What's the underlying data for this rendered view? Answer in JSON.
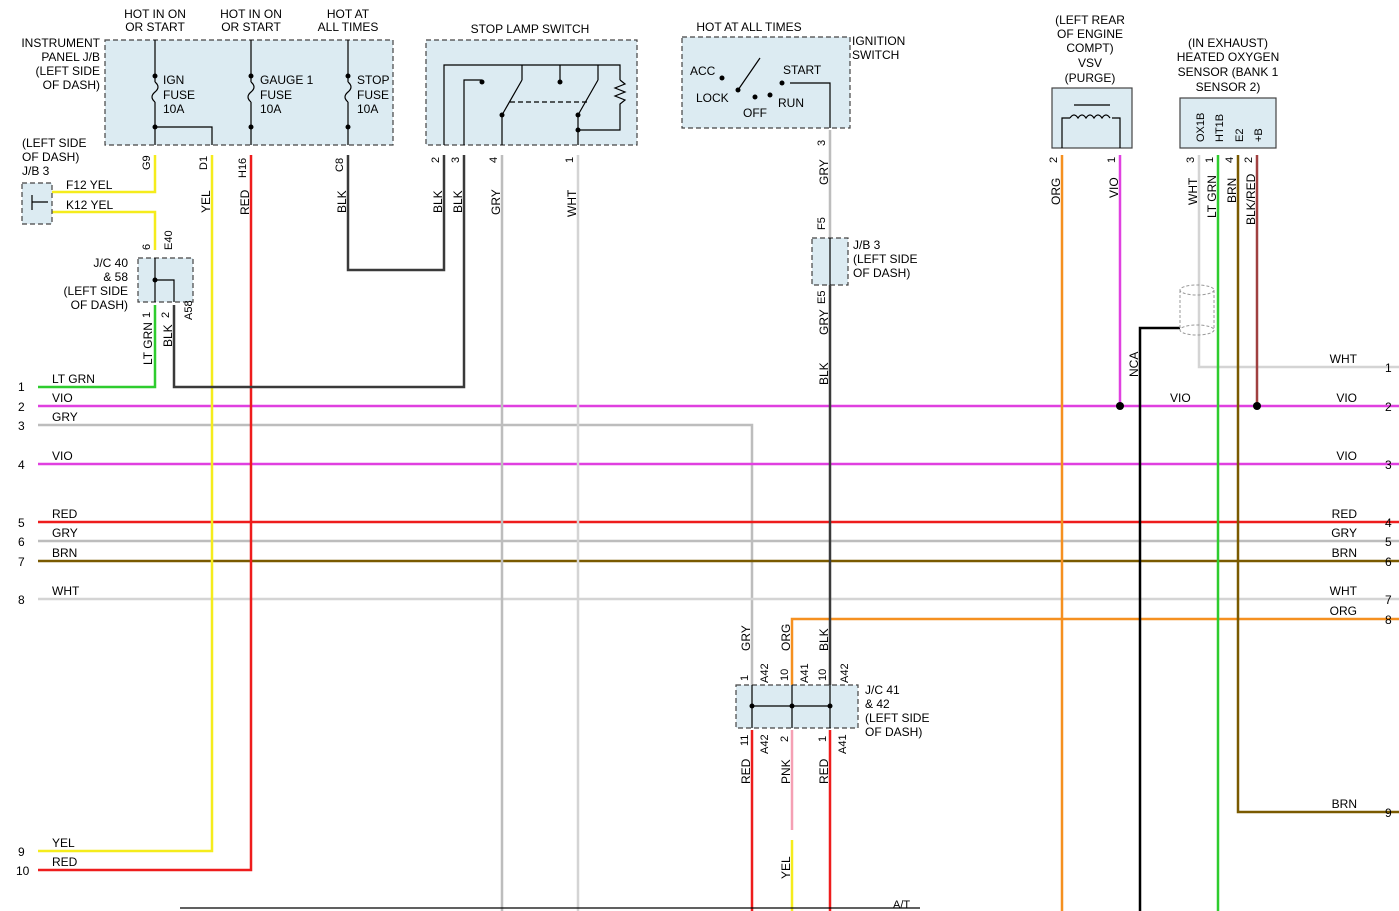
{
  "colors": {
    "yel": "#f5ec1c",
    "red": "#ee1c1c",
    "blk": "#3a3a3a",
    "gry": "#bdbdbd",
    "wht": "#d4d4d4",
    "ltgrn": "#2ecc2e",
    "vio": "#e040e0",
    "brn": "#7a5a00",
    "org": "#f59020",
    "pnk": "#f5a0b4",
    "blkred": "#a04040",
    "box": "#dcebf2"
  },
  "components": {
    "ip_jb": {
      "label": [
        "INSTRUMENT",
        "PANEL J/B",
        "(LEFT SIDE",
        "OF DASH)"
      ],
      "fuses": [
        {
          "hot": [
            "HOT IN ON",
            "OR START"
          ],
          "name": [
            "IGN",
            "FUSE",
            "10A"
          ],
          "pin": "G9",
          "pin2": "D1"
        },
        {
          "hot": [
            "HOT IN ON",
            "OR START"
          ],
          "name": [
            "GAUGE 1",
            "FUSE",
            "10A"
          ],
          "pin": "H16"
        },
        {
          "hot": [
            "HOT AT",
            "ALL TIMES"
          ],
          "name": [
            "STOP",
            "FUSE",
            "10A"
          ],
          "pin": "C8"
        }
      ]
    },
    "stop_lamp_switch": {
      "title": "STOP LAMP SWITCH",
      "pins": [
        "2",
        "3",
        "4",
        "1"
      ]
    },
    "ignition_switch": {
      "hot": "HOT AT ALL TIMES",
      "label": [
        "IGNITION",
        "SWITCH"
      ],
      "positions": [
        "ACC",
        "LOCK",
        "OFF",
        "START",
        "RUN"
      ],
      "pin": "3"
    },
    "vsv": {
      "label": [
        "(LEFT REAR",
        "OF ENGINE",
        "COMPT)",
        "VSV",
        "(PURGE)"
      ],
      "pins": [
        "2",
        "1"
      ]
    },
    "o2_sensor": {
      "label": [
        "(IN EXHAUST)",
        "HEATED OXYGEN",
        "SENSOR (BANK 1",
        "SENSOR 2)"
      ],
      "terminals": [
        "OX1B",
        "HT1B",
        "E2",
        "+B"
      ],
      "pins": [
        "3",
        "1",
        "4",
        "2"
      ]
    },
    "jb3_left": {
      "label": [
        "(LEFT SIDE",
        "OF DASH)",
        "J/B 3"
      ],
      "circuits": [
        "F12  YEL",
        "K12  YEL"
      ]
    },
    "jc40": {
      "label": [
        "J/C 40",
        "& 58",
        "(LEFT SIDE",
        "OF DASH)"
      ],
      "conn_top": "E40",
      "conn_bot": "A58",
      "pins": [
        "6",
        "1",
        "2"
      ]
    },
    "jb3_mid": {
      "label": [
        "J/B 3",
        "(LEFT SIDE",
        "OF DASH)"
      ],
      "pin_top": "F5",
      "pin_bot": "E5"
    },
    "jc41": {
      "label": [
        "J/C 41",
        "& 42",
        "(LEFT SIDE",
        "OF DASH)"
      ],
      "top_pins": [
        "1",
        "10",
        "10"
      ],
      "top_conns": [
        "A42",
        "A41",
        "A42"
      ],
      "bot_pins": [
        "11",
        "2",
        "1"
      ],
      "bot_conns": [
        "A42",
        "A41"
      ]
    }
  },
  "wire_labels": {
    "yel": "YEL",
    "red": "RED",
    "blk": "BLK",
    "gry": "GRY",
    "wht": "WHT",
    "org": "ORG",
    "vio": "VIO",
    "ltgrn": "LT GRN",
    "brn": "BRN",
    "blkred": "BLK/RED",
    "pnk": "PNK",
    "nca": "NCA"
  },
  "left_lines": [
    {
      "num": "1",
      "color": "LT GRN"
    },
    {
      "num": "2",
      "color": "VIO"
    },
    {
      "num": "3",
      "color": "GRY"
    },
    {
      "num": "4",
      "color": "VIO"
    },
    {
      "num": "5",
      "color": "RED"
    },
    {
      "num": "6",
      "color": "GRY"
    },
    {
      "num": "7",
      "color": "BRN"
    },
    {
      "num": "8",
      "color": "WHT"
    },
    {
      "num": "9",
      "color": "YEL"
    },
    {
      "num": "10",
      "color": "RED"
    }
  ],
  "right_lines": [
    {
      "num": "1",
      "color": "WHT"
    },
    {
      "num": "2",
      "color": "VIO"
    },
    {
      "num": "3",
      "color": "VIO"
    },
    {
      "num": "4",
      "color": "RED"
    },
    {
      "num": "5",
      "color": "GRY"
    },
    {
      "num": "6",
      "color": "BRN"
    },
    {
      "num": "7",
      "color": "WHT"
    },
    {
      "num": "8",
      "color": "ORG"
    },
    {
      "num": "9",
      "color": "BRN"
    }
  ],
  "bottom_note": "A/T"
}
